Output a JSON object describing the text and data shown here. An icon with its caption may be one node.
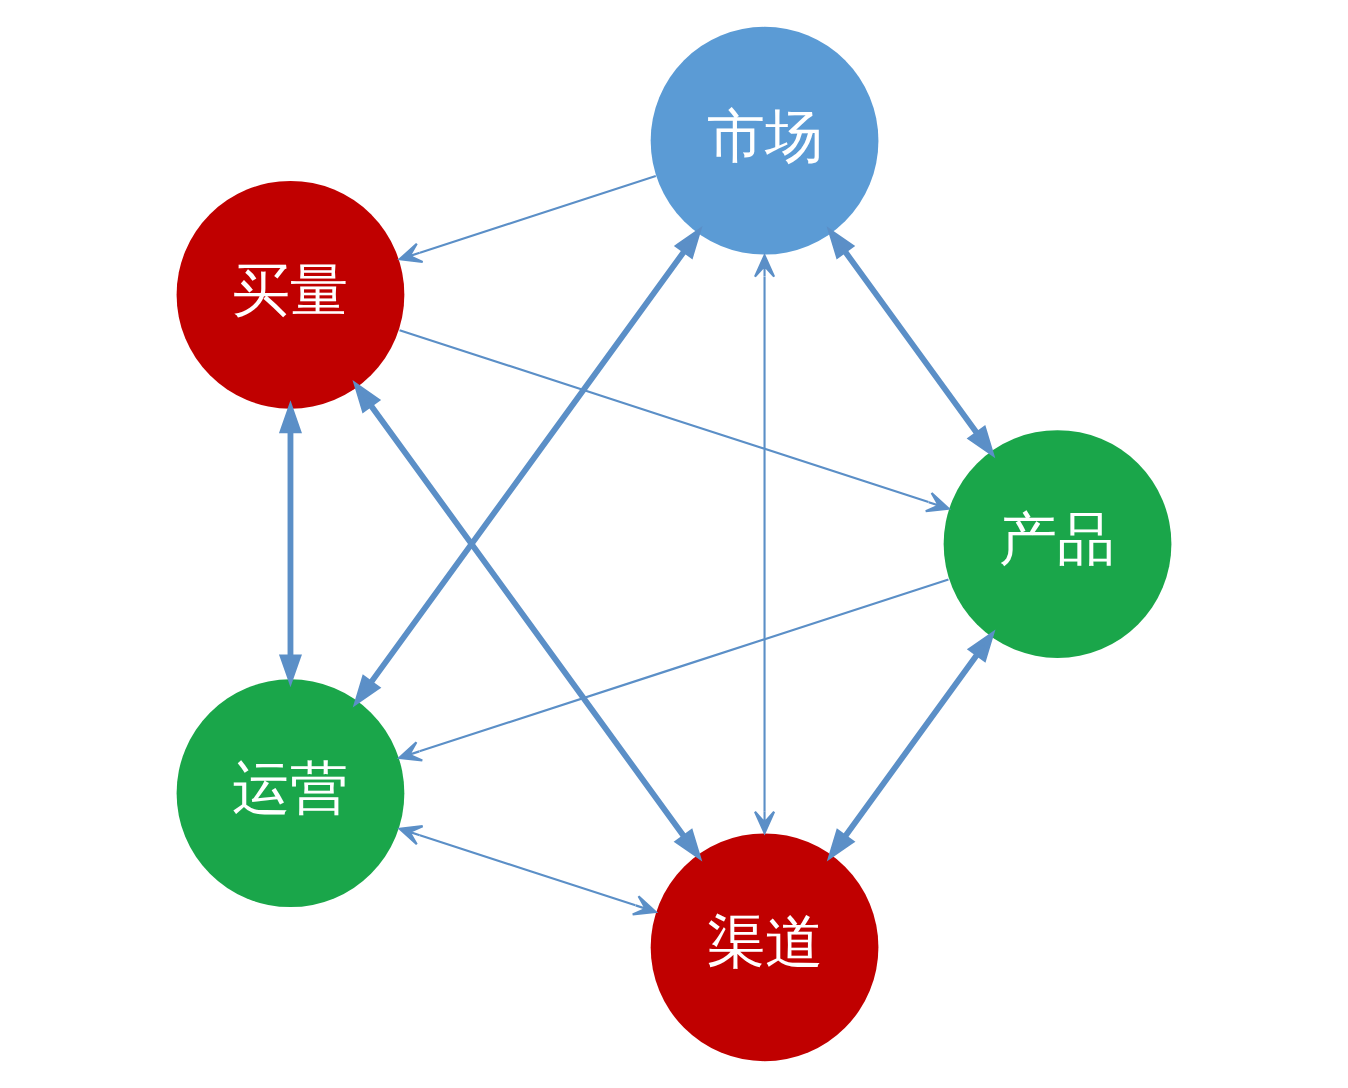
{
  "diagram": {
    "nodes": [
      {
        "text": [
          "渠道"
        ]
      },
      {
        "text": [
          "产品"
        ]
      },
      {
        "text": [
          "买量"
        ]
      },
      {
        "text": [
          "市场"
        ]
      },
      {
        "text": [
          "运营"
        ]
      }
    ],
    "edges": [
      {
        "from": 1,
        "to": 0,
        "arrow": "both",
        "style": "thick"
      },
      {
        "from": 0,
        "to": 2,
        "arrow": "both",
        "style": "thick"
      },
      {
        "from": 2,
        "to": 4,
        "arrow": "both",
        "style": "thick"
      },
      {
        "from": 4,
        "to": 3,
        "arrow": "both",
        "style": "thick"
      },
      {
        "from": 3,
        "to": 1,
        "arrow": "both",
        "style": "thick"
      },
      {
        "from": 2,
        "to": 1,
        "arrow": "to"
      },
      {
        "from": 1,
        "to": 4,
        "arrow": "to"
      },
      {
        "from": 3,
        "to": 2,
        "arrow": "to"
      },
      {
        "from": 3,
        "to": 0,
        "arrow": "both"
      },
      {
        "from": 0,
        "to": 4,
        "arrow": "both"
      }
    ]
  }
}
